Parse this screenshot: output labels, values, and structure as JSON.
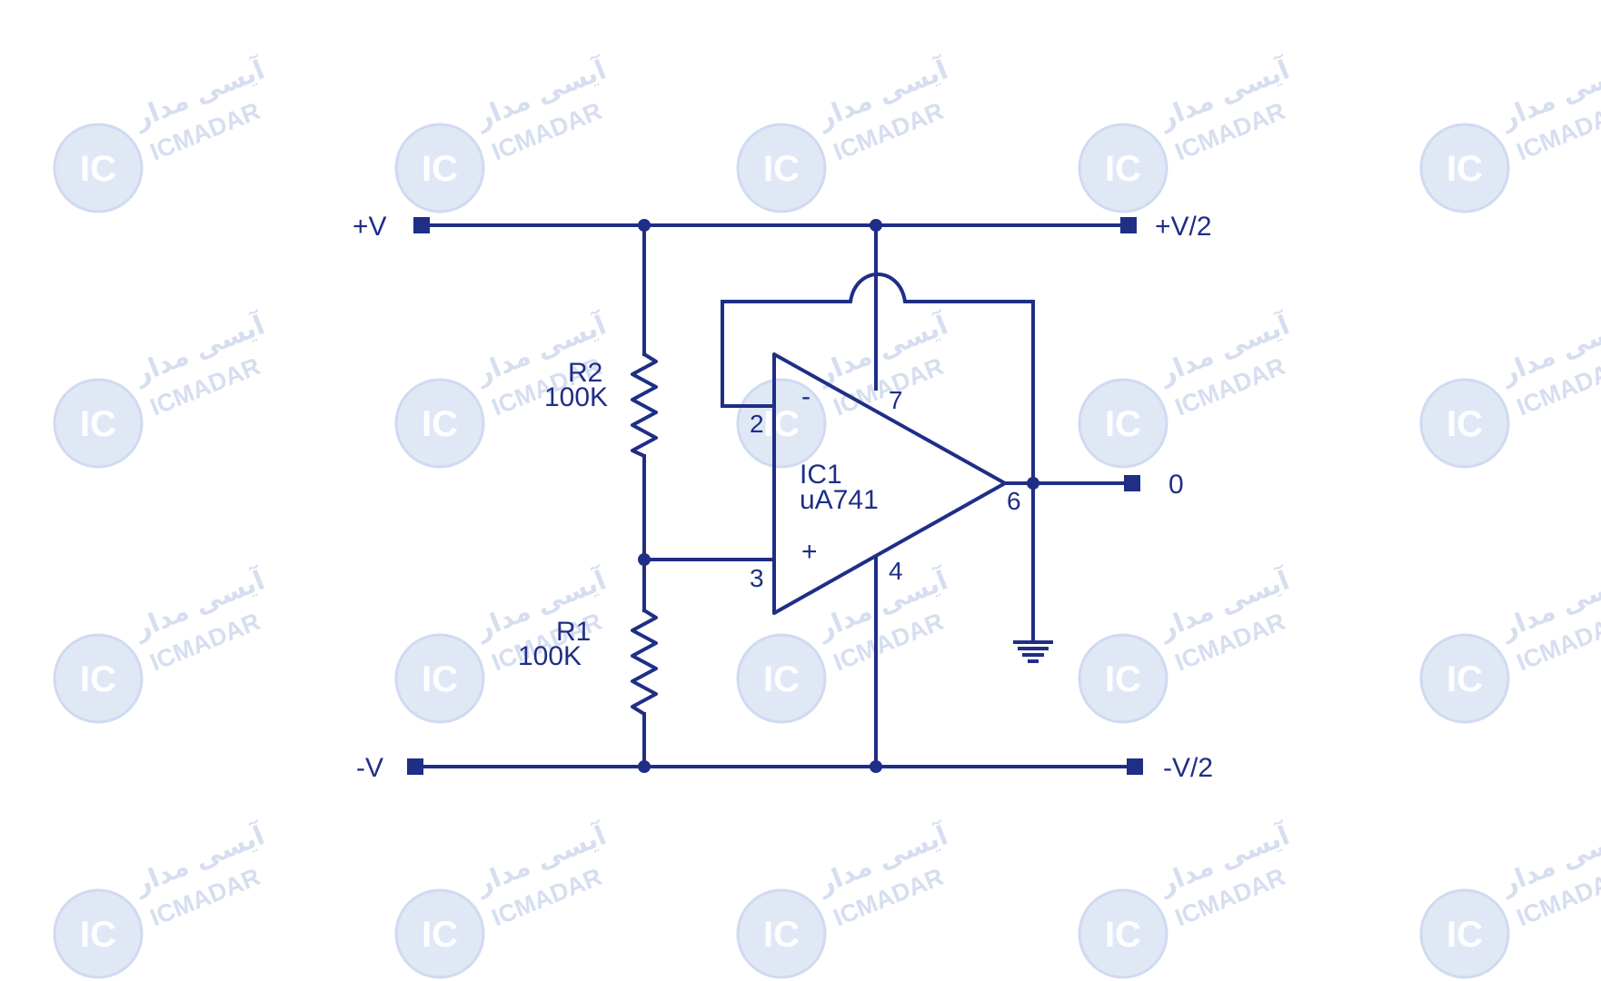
{
  "watermark": {
    "logo_text": "IC",
    "brand_latin": "ICMADAR",
    "brand_persian": "آیسی مدار"
  },
  "terminals": {
    "pos_supply": "+V",
    "pos_half": "+V/2",
    "neg_supply": "-V",
    "neg_half": "-V/2",
    "output": "0"
  },
  "components": {
    "r2": {
      "ref": "R2",
      "value": "100K"
    },
    "r1": {
      "ref": "R1",
      "value": "100K"
    },
    "ic": {
      "ref": "IC1",
      "part": "uA741"
    }
  },
  "pins": {
    "inv_sign": "-",
    "noninv_sign": "+",
    "inv": "2",
    "noninv": "3",
    "vplus": "7",
    "vminus": "4",
    "out": "6"
  },
  "colors": {
    "ink": "#1f2e86",
    "watermark": "#cfd9ee"
  }
}
